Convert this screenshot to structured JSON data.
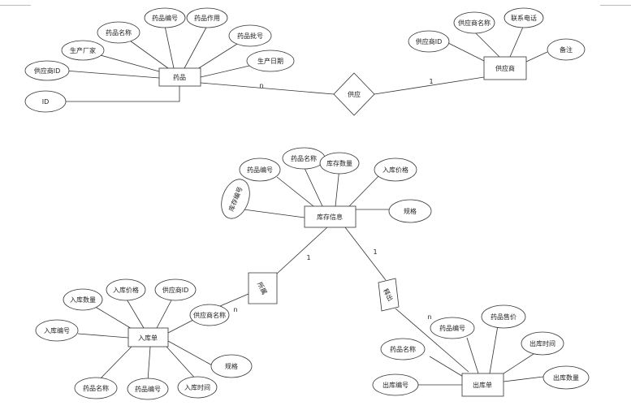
{
  "diagram": {
    "entities": {
      "drug": "药品",
      "supplier": "供应商",
      "stock": "库存信息",
      "instock": "入库单",
      "outstock": "出库单"
    },
    "relations": {
      "supply": "供应",
      "belong": "所属",
      "release": "释出"
    },
    "drug_attrs": {
      "a_drug_name": "药品名称",
      "a_drug_code": "药品编号",
      "a_drug_use": "药品作用",
      "a_drug_batch": "药品批号",
      "a_maker": "生产厂家",
      "a_prod_date": "生产日期",
      "a_sup_id": "供应商ID",
      "a_id": "ID"
    },
    "supplier_attrs": {
      "a_sup_name": "供应商名称",
      "a_phone": "联系电话",
      "a_sup_id": "供应商ID",
      "a_remark": "备注"
    },
    "stock_attrs": {
      "a_drug_name": "药品名称",
      "a_drug_code": "药品编号",
      "a_qty": "库存数量",
      "a_in_price": "入库价格",
      "a_stock_code": "库存编号",
      "a_spec": "规格"
    },
    "instock_attrs": {
      "a_in_price": "入库价格",
      "a_sup_id": "供应商ID",
      "a_in_qty": "入库数量",
      "a_sup_name": "供应商名称",
      "a_in_code": "入库编号",
      "a_spec": "规格",
      "a_drug_name": "药品名称",
      "a_drug_code": "药品编号",
      "a_in_time": "入库时间"
    },
    "outstock_attrs": {
      "a_drug_code": "药品编号",
      "a_price": "药品售价",
      "a_drug_name": "药品名称",
      "a_out_time": "出库时间",
      "a_out_code": "出库编号",
      "a_out_qty": "出库数量"
    },
    "cardinalities": {
      "drug_supply": "n",
      "supply_supplier": "1",
      "belong_stock": "1",
      "belong_instock": "n",
      "release_stock": "1",
      "release_outstock": "n"
    }
  }
}
